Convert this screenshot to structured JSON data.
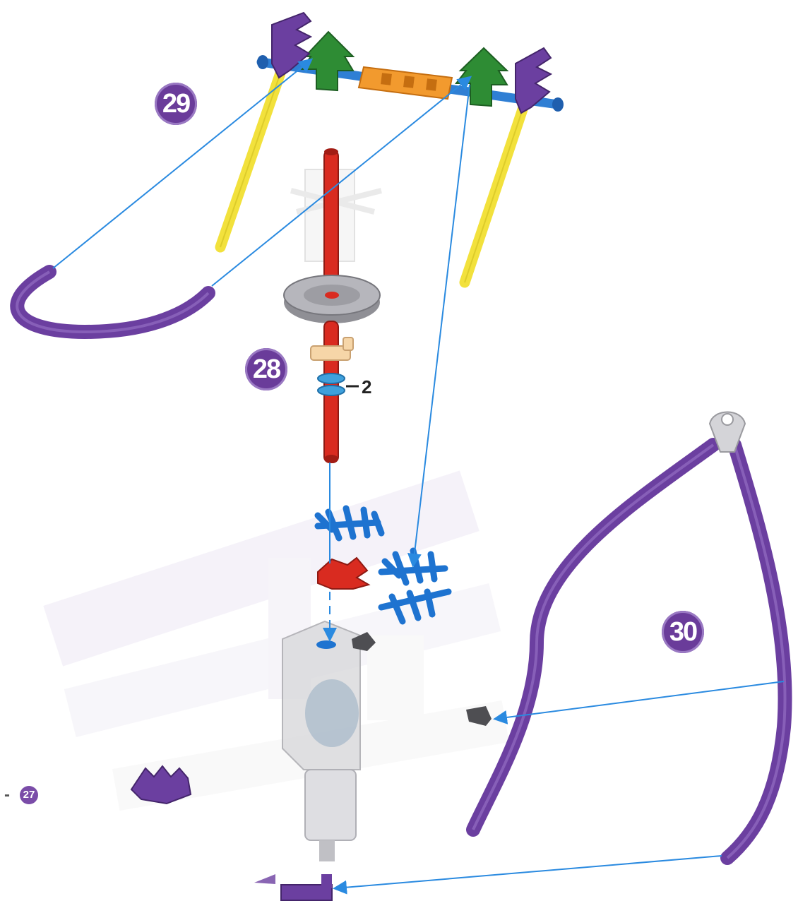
{
  "steps": {
    "step_29": "29",
    "step_28": "28",
    "step_30": "30",
    "step_27_ref": "27"
  },
  "quantities": {
    "spacer_count": "2"
  },
  "ref_dash": "-",
  "colors": {
    "purple_rod": "#6b3fa0",
    "yellow_rod": "#f2e13c",
    "blue_rod": "#2f7fd4",
    "green_connector": "#2e8c34",
    "orange_connector": "#f29a2e",
    "red_rod": "#d92b20",
    "grey_wheel": "#a8a8ad",
    "tan_clip": "#f6d6a8",
    "blue_connector": "#1e73d0",
    "guide_line": "#2a8ae0"
  }
}
